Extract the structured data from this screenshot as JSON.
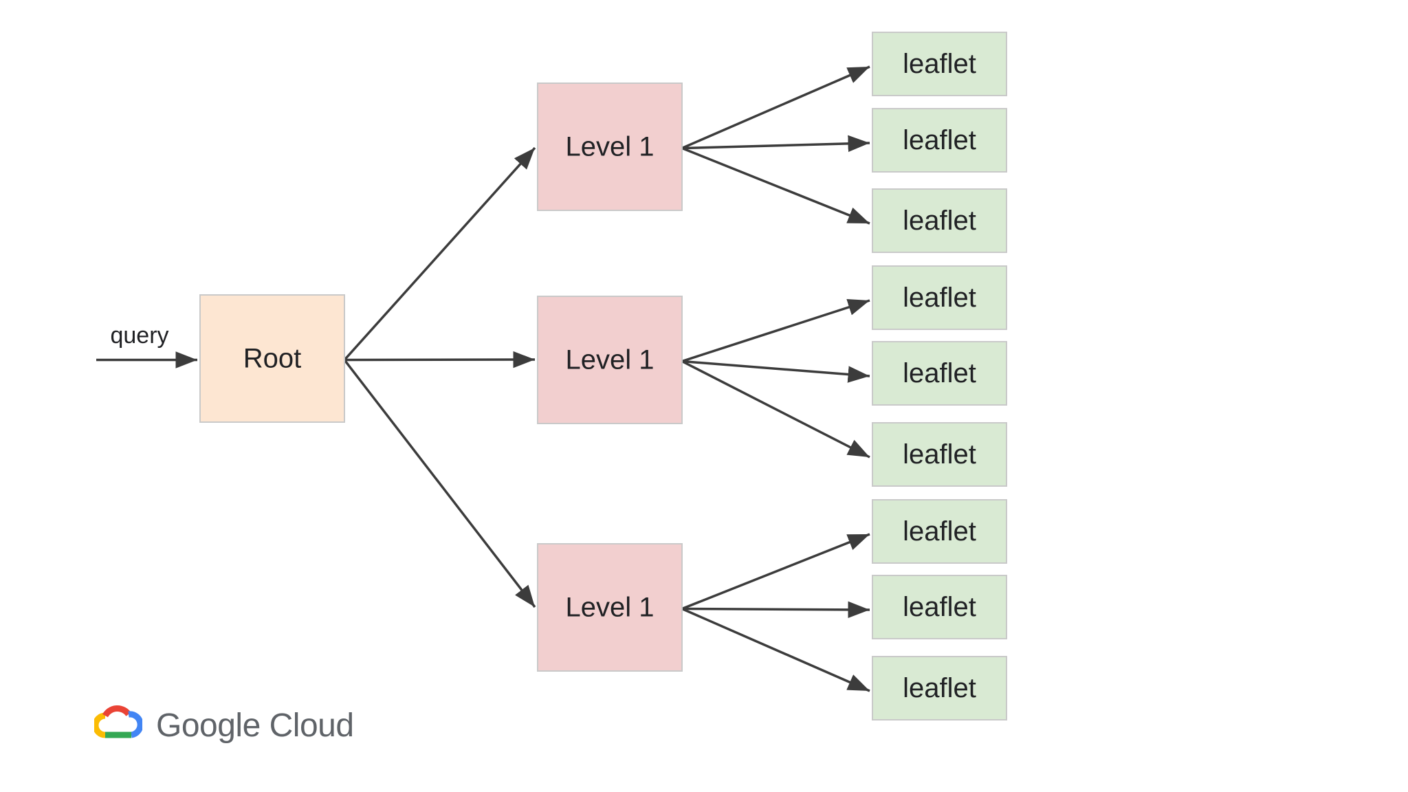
{
  "query_label": "query",
  "root": {
    "label": "Root",
    "color": "#fde6d2"
  },
  "level1": [
    {
      "label": "Level 1",
      "color": "#f2cfcf"
    },
    {
      "label": "Level 1",
      "color": "#f2cfcf"
    },
    {
      "label": "Level 1",
      "color": "#f2cfcf"
    }
  ],
  "leaflets": [
    {
      "label": "leaflet",
      "parent": 0
    },
    {
      "label": "leaflet",
      "parent": 0
    },
    {
      "label": "leaflet",
      "parent": 0
    },
    {
      "label": "leaflet",
      "parent": 1
    },
    {
      "label": "leaflet",
      "parent": 1
    },
    {
      "label": "leaflet",
      "parent": 1
    },
    {
      "label": "leaflet",
      "parent": 2
    },
    {
      "label": "leaflet",
      "parent": 2
    },
    {
      "label": "leaflet",
      "parent": 2
    }
  ],
  "leaflet_color": "#d9ead3",
  "logo": {
    "text": "Google Cloud",
    "icon": "google-cloud-logo-icon"
  }
}
